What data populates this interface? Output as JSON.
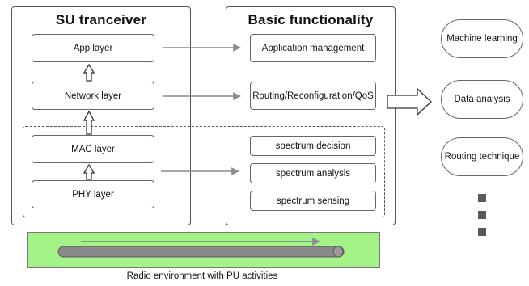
{
  "su_panel": {
    "title": "SU tranceiver",
    "layers": {
      "app": "App layer",
      "network": "Network layer",
      "mac": "MAC layer",
      "phy": "PHY layer"
    }
  },
  "basic_panel": {
    "title": "Basic functionality",
    "boxes": {
      "application_management": "Application management",
      "routing": "Routing/Reconfiguration/QoS",
      "spectrum_decision": "spectrum decision",
      "spectrum_analysis": "spectrum analysis",
      "spectrum_sensing": "spectrum sensing"
    }
  },
  "outputs": {
    "machine_learning": "Machine learning",
    "data_analysis": "Data analysis",
    "routing_technique": "Routing technique"
  },
  "environment": {
    "caption": "Radio environment with PU activities"
  },
  "colors": {
    "environment_fill": "#a3f389",
    "arrow": "#8c8c8c",
    "border": "#555555",
    "ellipsis_dots": "#5a5a5a"
  }
}
